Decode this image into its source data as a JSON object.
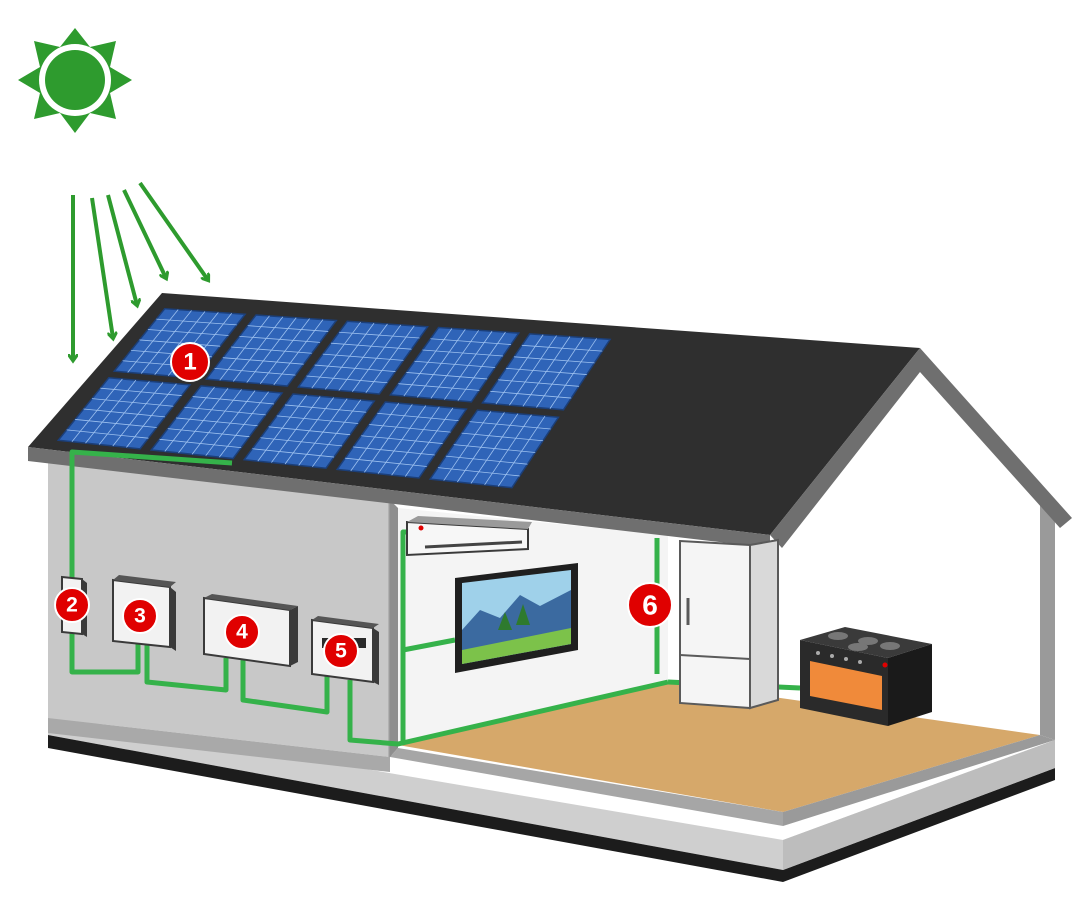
{
  "colors": {
    "sun": "#2e9b2e",
    "wire": "#35b24a",
    "badge": "#e00000",
    "roof": "#2f2f2f",
    "panel": "#2f64b8",
    "wall_outer": "#c8c8c8",
    "floor": "#d6a86a"
  },
  "icons": [
    "sun-icon",
    "solar-panel-icon",
    "air-conditioner-icon",
    "television-icon",
    "refrigerator-icon",
    "stove-icon"
  ],
  "markers": [
    {
      "number": "1",
      "component": "solar-panels"
    },
    {
      "number": "2",
      "component": "junction-box"
    },
    {
      "number": "3",
      "component": "charge-controller"
    },
    {
      "number": "4",
      "component": "battery"
    },
    {
      "number": "5",
      "component": "inverter"
    },
    {
      "number": "6",
      "component": "household-appliances"
    }
  ]
}
